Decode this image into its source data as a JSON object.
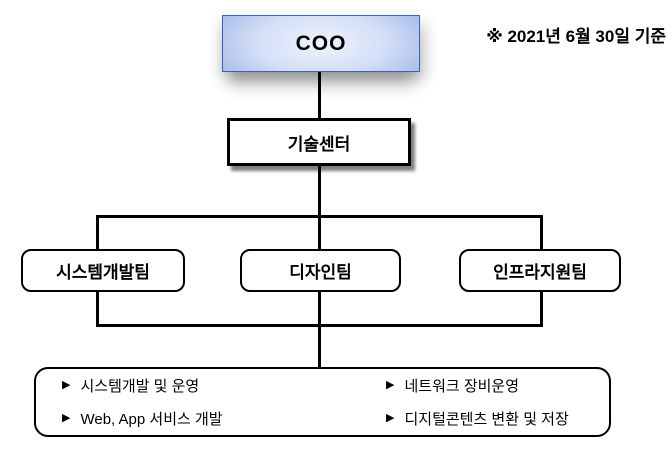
{
  "note": "※ 2021년 6월 30일 기준",
  "org_chart": {
    "root_label": "COO",
    "center_label": "기술센터",
    "teams": [
      {
        "label": "시스템개발팀"
      },
      {
        "label": "디자인팀"
      },
      {
        "label": "인프라지원팀"
      }
    ],
    "duties": {
      "bullet": "▶",
      "items": [
        "시스템개발 및 운영",
        "Web, App 서비스 개발",
        "네트워크 장비운영",
        "디지털콘텐츠 변환 및 저장"
      ]
    }
  },
  "colors": {
    "background": "#ffffff",
    "box_background": "#ffffff",
    "line_black": "#000000",
    "text_black": "#000000",
    "root_box_blue": "#4a73c8",
    "root_box_highlight": "#eef3fc"
  }
}
